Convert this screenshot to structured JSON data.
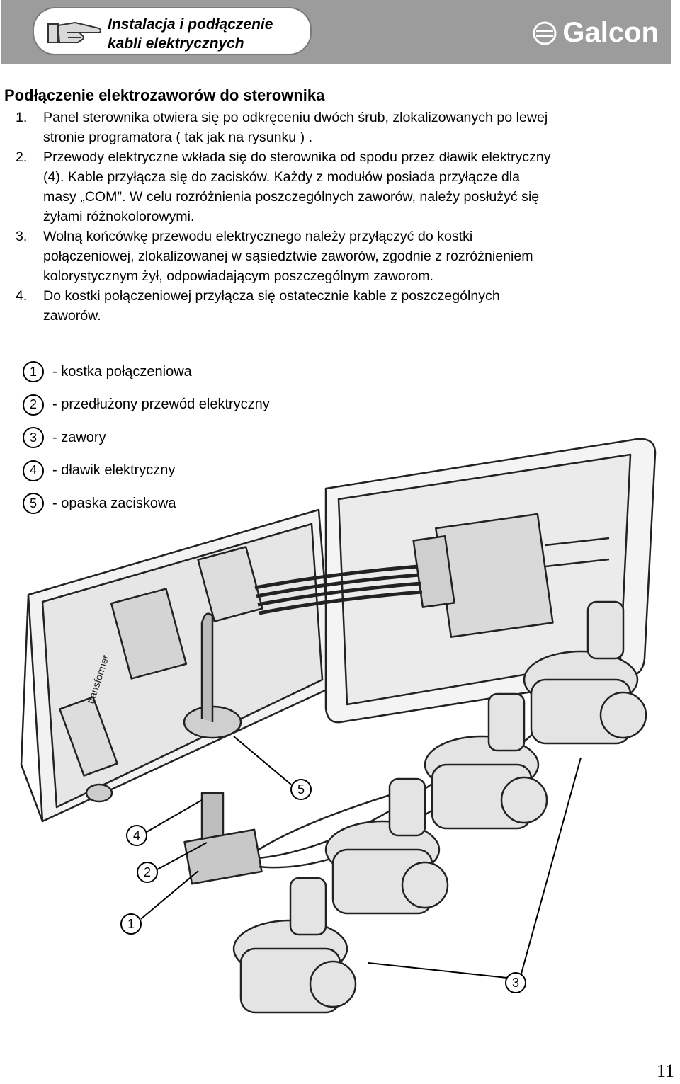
{
  "header": {
    "title_line1": "Instalacja i podłączenie",
    "title_line2": "kabli elektrycznych",
    "brand": "Galcon",
    "hand_icon": "pointing-hand-icon",
    "brand_icon": "galcon-logo-icon"
  },
  "section": {
    "title": "Podłączenie elektrozaworów do sterownika"
  },
  "steps": [
    {
      "num": "1.",
      "lines": [
        "Panel sterownika otwiera się po odkręceniu dwóch śrub, zlokalizowanych po lewej",
        "stronie programatora ( tak jak na rysunku ) ."
      ]
    },
    {
      "num": "2.",
      "lines": [
        "Przewody elektryczne wkłada się do sterownika od spodu przez dławik elektryczny",
        "(4). Kable przyłącza się do zacisków. Każdy z modułów posiada przyłącze dla",
        "masy „COM”. W celu rozróżnienia poszczególnych zaworów, należy posłużyć się",
        "żyłami różnokolorowymi."
      ]
    },
    {
      "num": "3.",
      "lines": [
        "Wolną końcówkę przewodu elektrycznego należy przyłączyć do kostki",
        "połączeniowej, zlokalizowanej w sąsiedztwie zaworów, zgodnie z rozróżnieniem",
        "kolorystycznym żył, odpowiadającym poszczególnym zaworom."
      ]
    },
    {
      "num": "4.",
      "lines": [
        "Do kostki połączeniowej przyłącza się ostatecznie kable z poszczególnych",
        "zaworów."
      ]
    }
  ],
  "legend": [
    {
      "n": "1",
      "label": "- kostka połączeniowa"
    },
    {
      "n": "2",
      "label": "- przedłużony przewód elektryczny"
    },
    {
      "n": "3",
      "label": "- zawory"
    },
    {
      "n": "4",
      "label": "- dławik elektryczny"
    },
    {
      "n": "5",
      "label": "- opaska zaciskowa"
    }
  ],
  "figure": {
    "transformer_label": "transformer",
    "callouts": [
      "1",
      "2",
      "3",
      "4",
      "5"
    ]
  },
  "page_number": "11"
}
